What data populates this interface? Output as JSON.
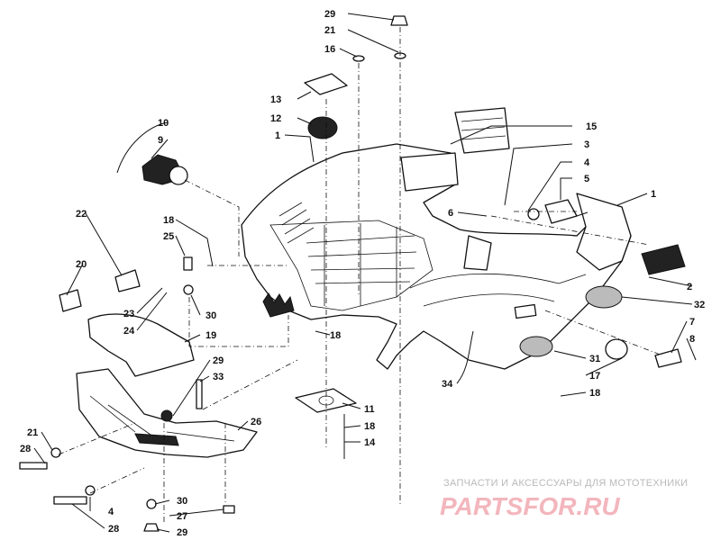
{
  "callouts": [
    "29",
    "21",
    "16",
    "13",
    "12",
    "1",
    "10",
    "9",
    "15",
    "3",
    "4",
    "5",
    "1",
    "6",
    "22",
    "18",
    "25",
    "20",
    "23",
    "24",
    "30",
    "19",
    "18",
    "2",
    "32",
    "7",
    "8",
    "34",
    "31",
    "17",
    "18",
    "29",
    "33",
    "11",
    "18",
    "14",
    "26",
    "21",
    "28",
    "4",
    "28",
    "30",
    "27",
    "29"
  ],
  "watermark": {
    "subtitle": "ЗАПЧАСТИ И АКСЕССУАРЫ ДЛЯ МОТОТЕХНИКИ",
    "logo": "PARTSFOR.RU"
  },
  "colors": {
    "line": "#111111",
    "watermark_text": "#b9b9b9",
    "watermark_logo": "#f3b6bd"
  }
}
